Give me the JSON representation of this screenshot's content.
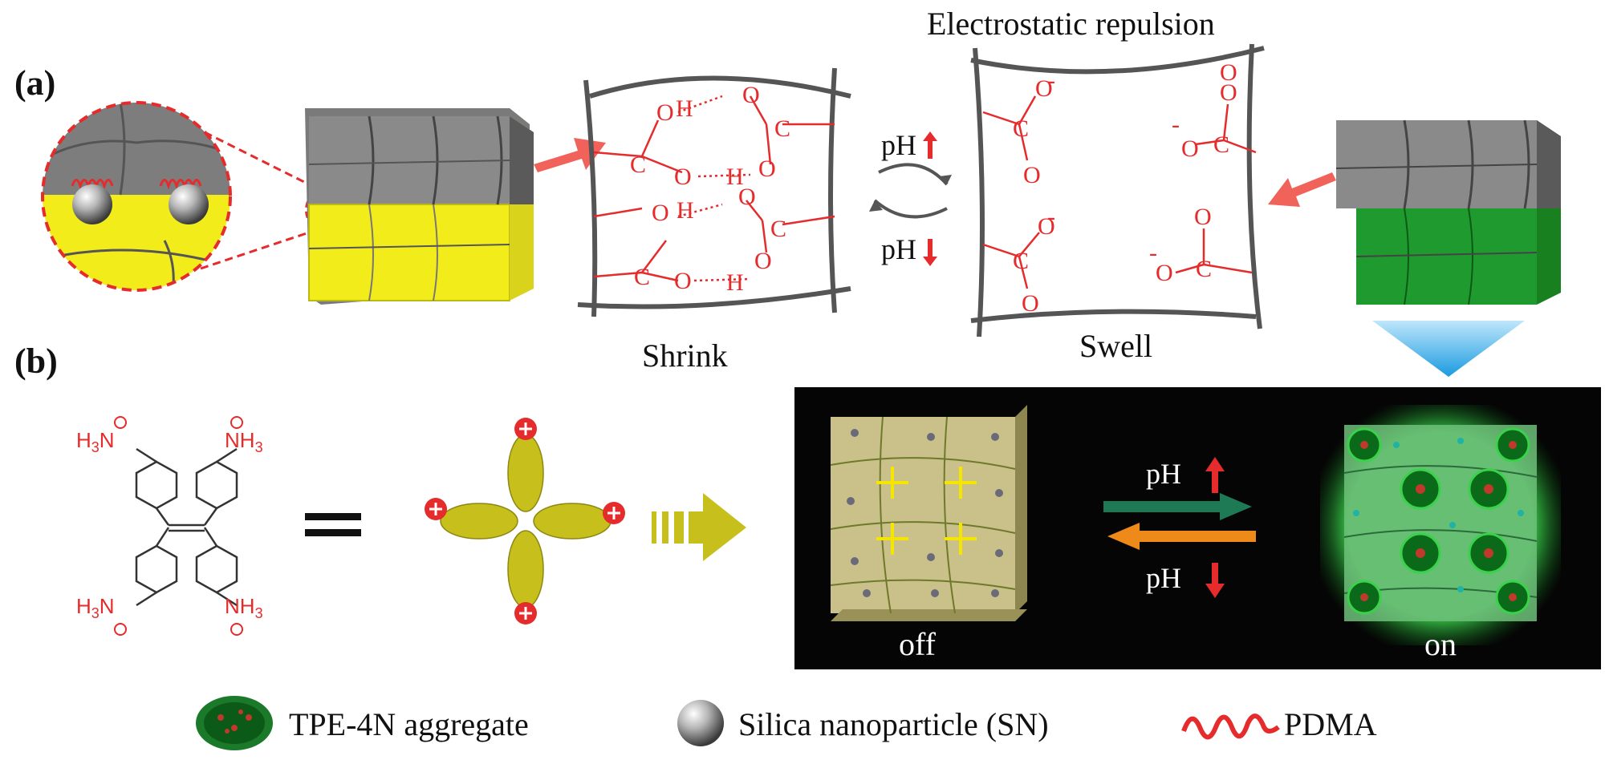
{
  "panels": {
    "a_label": "(a)",
    "b_label": "(b)"
  },
  "top_text": {
    "electrostatic": "Electrostatic repulsion",
    "shrink": "Shrink",
    "swell": "Swell",
    "ph_up": "pH",
    "ph_down": "pH"
  },
  "bottom_box": {
    "ph_up": "pH",
    "ph_down": "pH",
    "off": "off",
    "on": "on"
  },
  "chem_labels": {
    "h3n": "H3N",
    "nh3": "NH3",
    "plus": "+",
    "equals": "="
  },
  "legend": {
    "tpe": "TPE-4N aggregate",
    "silica": "Silica nanoparticle (SN)",
    "pdma": "PDMA"
  },
  "colors": {
    "red": "#e52b2b",
    "yellow": "#f2ec1a",
    "green": "#1f9a2f",
    "gray": "#808080",
    "black_box": "#050505",
    "blue_triangle": "#2aa9ec"
  }
}
